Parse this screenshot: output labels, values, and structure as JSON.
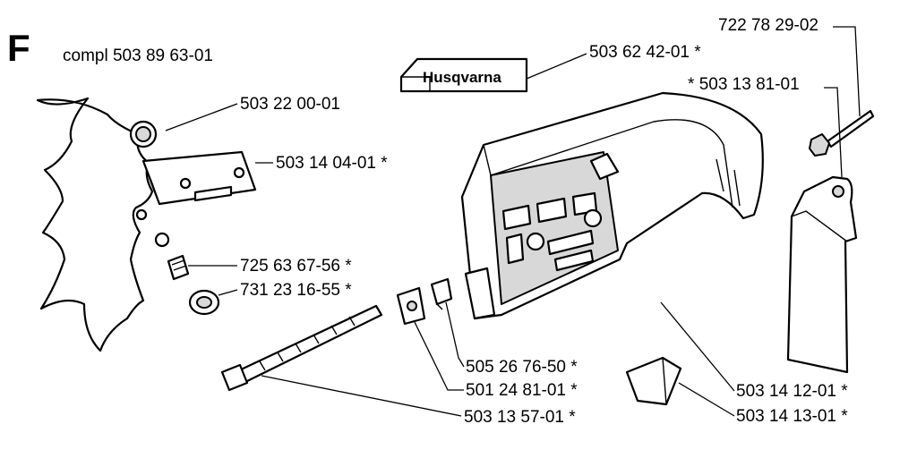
{
  "section_letter": "F",
  "assembly_label": "compl 503 89 63-01",
  "logo_text": "Husqvarna",
  "parts": [
    {
      "id": "p1",
      "number": "503 62 42-01",
      "marker": "*"
    },
    {
      "id": "p2",
      "number": "722 78 29-02",
      "marker": ""
    },
    {
      "id": "p3",
      "number": "503 13 81-01",
      "marker": "*"
    },
    {
      "id": "p4",
      "number": "503 22 00-01",
      "marker": ""
    },
    {
      "id": "p5",
      "number": "503 14 04-01",
      "marker": "*"
    },
    {
      "id": "p6",
      "number": "725 63 67-56",
      "marker": "*"
    },
    {
      "id": "p7",
      "number": "731 23 16-55",
      "marker": "*"
    },
    {
      "id": "p8",
      "number": "505 26 76-50",
      "marker": "*"
    },
    {
      "id": "p9",
      "number": "501 24 81-01",
      "marker": "*"
    },
    {
      "id": "p10",
      "number": "503 13 57-01",
      "marker": "*"
    },
    {
      "id": "p11",
      "number": "503 14 12-01",
      "marker": "*"
    },
    {
      "id": "p12",
      "number": "503 14 13-01",
      "marker": "*"
    }
  ]
}
